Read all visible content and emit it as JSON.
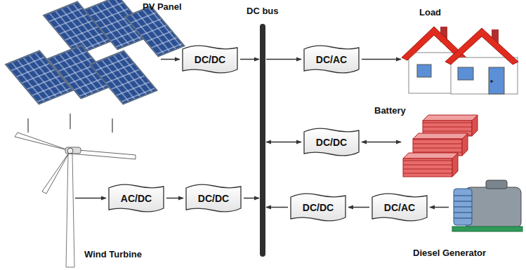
{
  "diagram": {
    "nodes": [
      {
        "text": [
          "PV Panel"
        ]
      },
      {
        "text": [
          "DC/DC"
        ]
      },
      {
        "text": [
          "DC bus"
        ]
      },
      {
        "text": [
          "DC/AC"
        ]
      },
      {
        "text": [
          "Load"
        ]
      },
      {
        "text": [
          "DC/DC"
        ]
      },
      {
        "text": [
          "Battery"
        ]
      },
      {
        "text": [
          "Wind Turbine"
        ]
      },
      {
        "text": [
          "AC/DC"
        ]
      },
      {
        "text": [
          "DC/DC"
        ]
      },
      {
        "text": [
          "DC/DC"
        ]
      },
      {
        "text": [
          "DC/AC"
        ]
      },
      {
        "text": [
          "Diesel Generator"
        ]
      }
    ],
    "edges": [
      {
        "from": 0,
        "to": 1,
        "arrow": "to"
      },
      {
        "from": 1,
        "to": 2,
        "arrow": "to"
      },
      {
        "from": 2,
        "to": 3,
        "arrow": "to"
      },
      {
        "from": 3,
        "to": 4,
        "arrow": "to"
      },
      {
        "from": 2,
        "to": 5,
        "arrow": "both"
      },
      {
        "from": 5,
        "to": 6,
        "arrow": "both"
      },
      {
        "from": 7,
        "to": 8,
        "arrow": "to"
      },
      {
        "from": 8,
        "to": 9,
        "arrow": "to"
      },
      {
        "from": 9,
        "to": 2,
        "arrow": "to"
      },
      {
        "from": 12,
        "to": 11,
        "arrow": "to"
      },
      {
        "from": 11,
        "to": 10,
        "arrow": "to"
      },
      {
        "from": 10,
        "to": 2,
        "arrow": "to"
      }
    ]
  }
}
